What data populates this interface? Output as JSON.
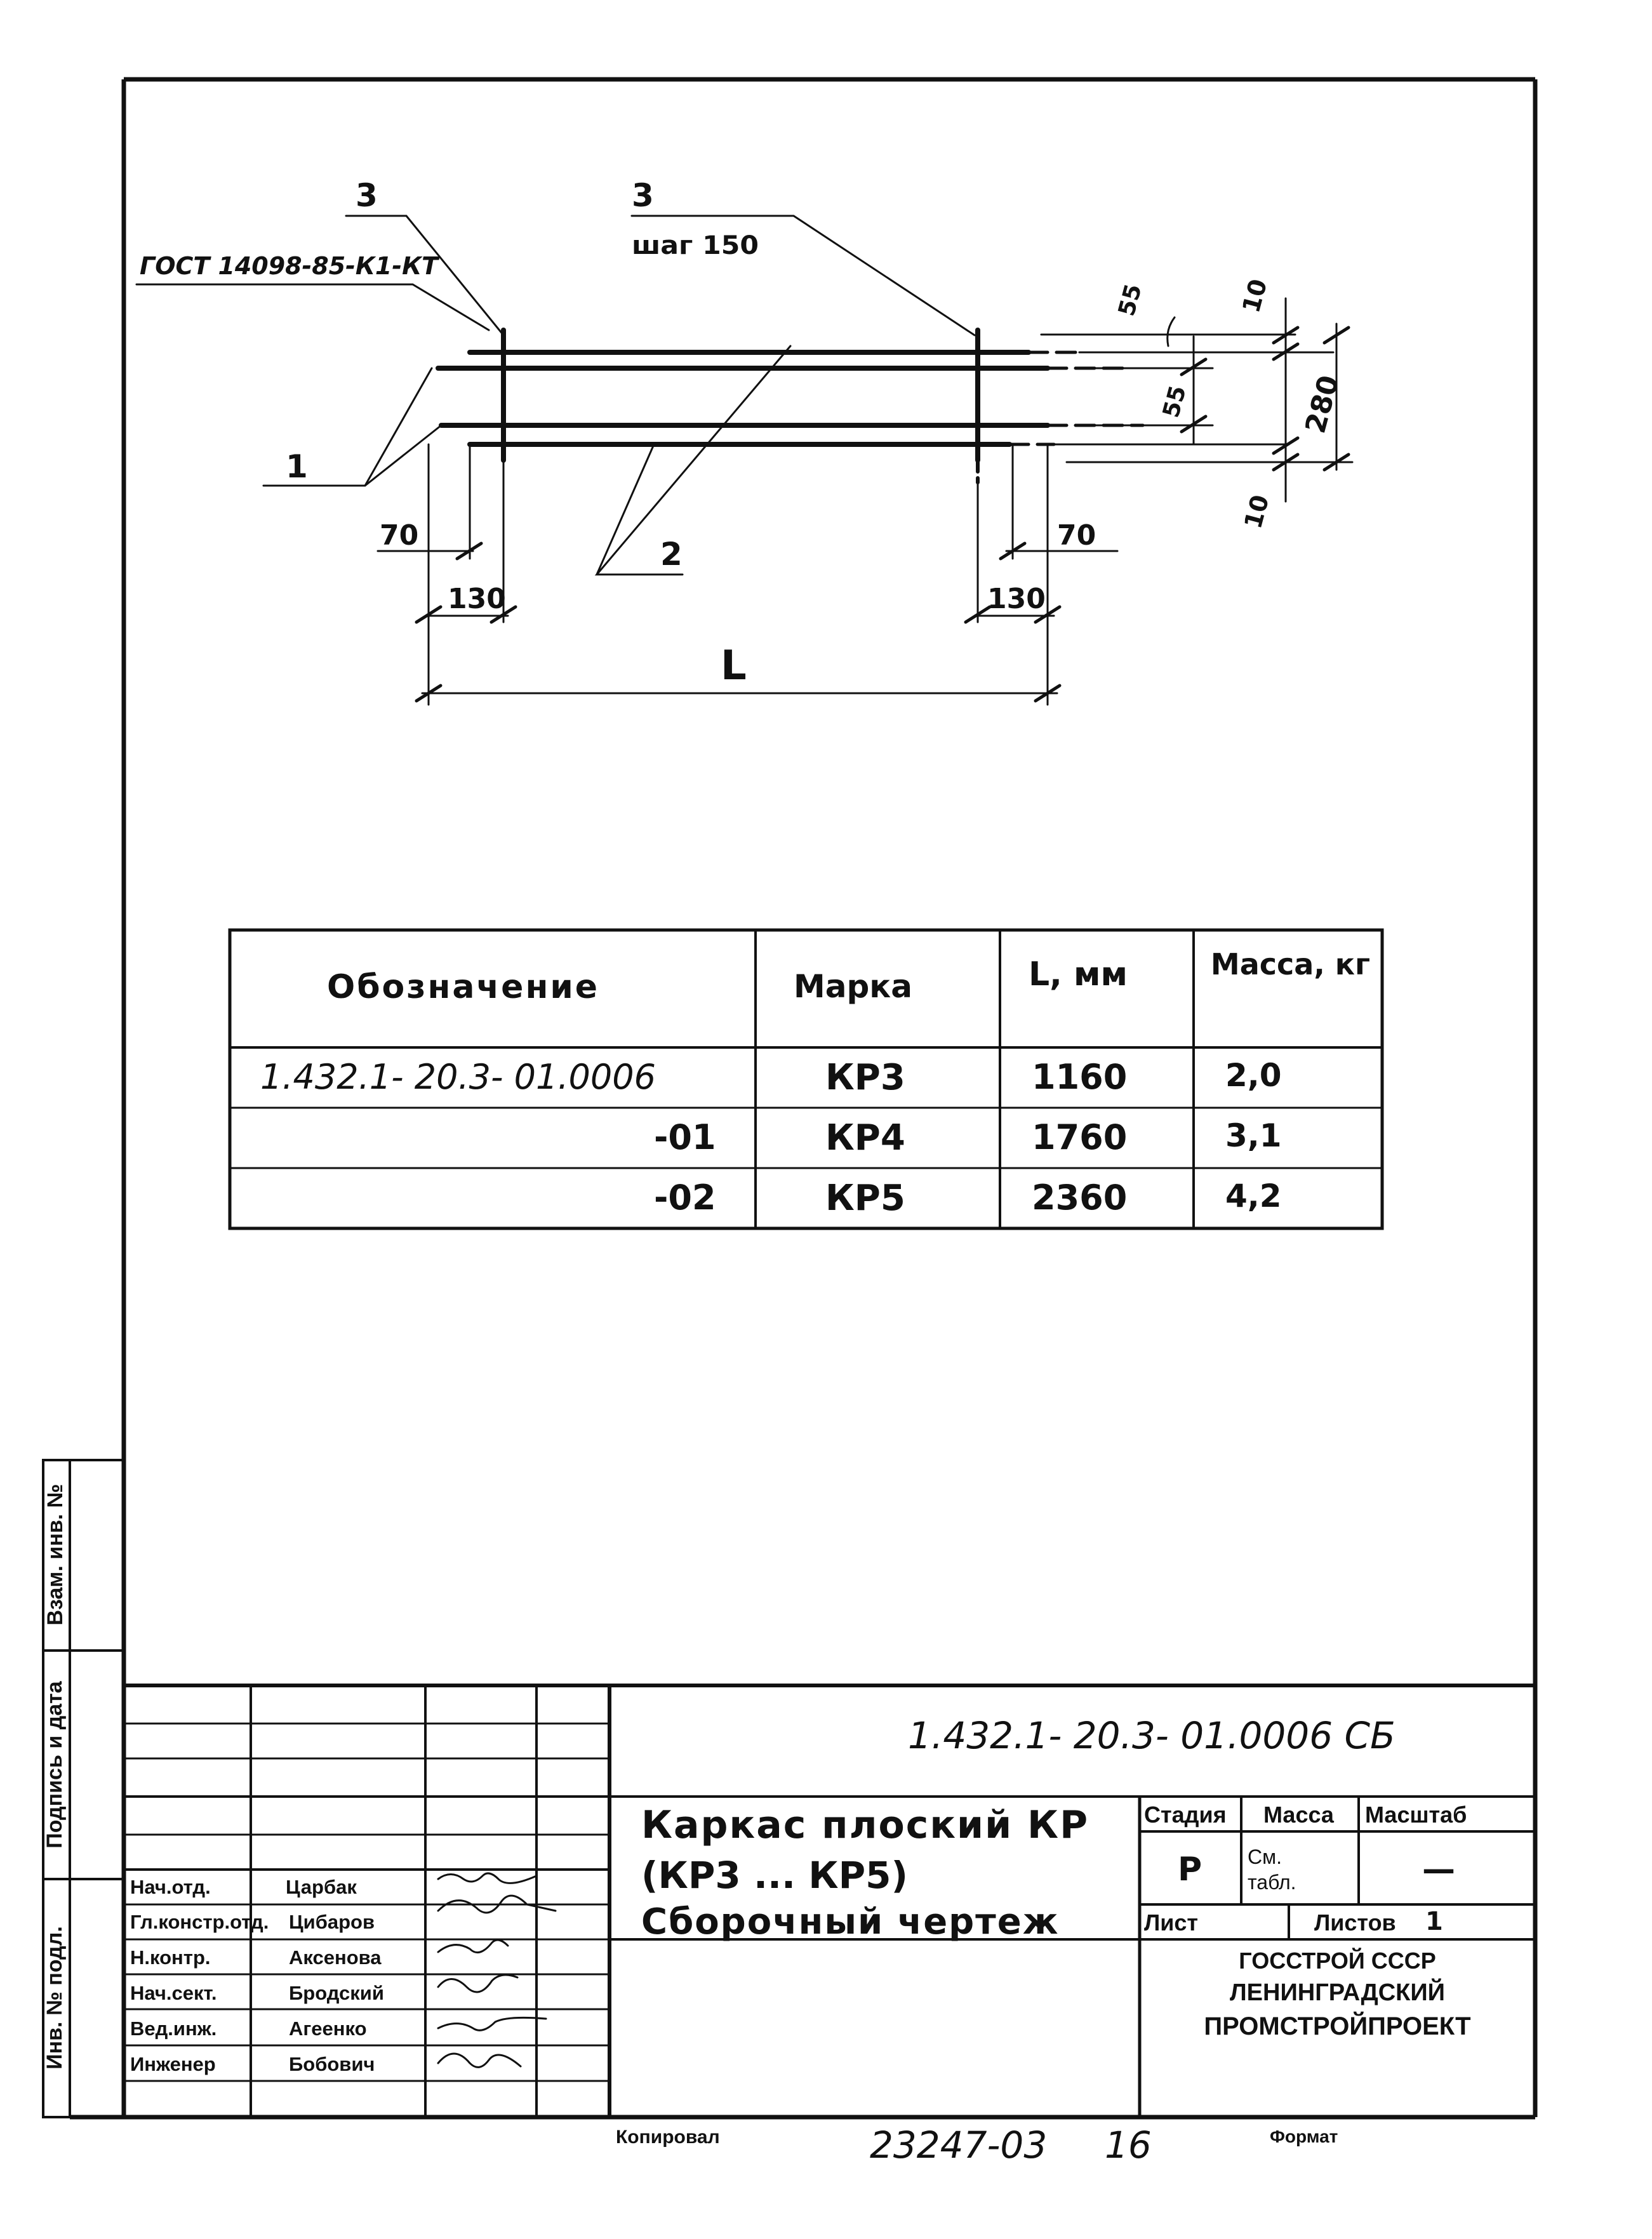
{
  "drawing": {
    "callout_top_left": "3",
    "callout_top_right": "3",
    "weld_standard": "ГОСТ 14098-85-К1-КТ",
    "step_label": "шаг 150",
    "label_1": "1",
    "label_2": "2",
    "dim_70_left": "70",
    "dim_130_left": "130",
    "dim_70_right": "70",
    "dim_130_right": "130",
    "dim_L": "L",
    "dim_55_top": "55",
    "dim_55_mid": "55",
    "dim_10_top": "10",
    "dim_10_bottom": "10",
    "dim_280": "280"
  },
  "table": {
    "headers": [
      "Обозначение",
      "Марка",
      "L, мм",
      "Масса, кг"
    ],
    "rows": [
      [
        "1.432.1- 20.3- 01.0006",
        "КР3",
        "1160",
        "2,0"
      ],
      [
        "-01",
        "КР4",
        "1760",
        "3,1"
      ],
      [
        "-02",
        "КР5",
        "2360",
        "4,2"
      ]
    ]
  },
  "side_stamp": {
    "cells": [
      "Взам. инв. №",
      "Подпись и дата",
      "Инв. № подл."
    ]
  },
  "title_block": {
    "doc_code": "1.432.1- 20.3- 01.0006 СБ",
    "title_line1": "Каркас плоский КР",
    "title_line2": "(КР3 ... КР5)",
    "title_line3": "Сборочный чертеж",
    "stage_header": "Стадия",
    "mass_header": "Масса",
    "scale_header": "Масштаб",
    "stage_value": "Р",
    "mass_value": "См. табл.",
    "scale_value": "—",
    "sheet_label": "Лист",
    "sheets_label": "Листов",
    "sheets_value": "1",
    "org_line1": "ГОССТРОЙ СССР",
    "org_line2": "ЛЕНИНГРАДСКИЙ",
    "org_line3": "ПРОМСТРОЙПРОЕКТ",
    "staff": [
      {
        "role": "Нач.отд.",
        "name": "Царбак"
      },
      {
        "role": "Гл.констр.отд.",
        "name": "Цибаров"
      },
      {
        "role": "Н.контр.",
        "name": "Аксенова"
      },
      {
        "role": "Нач.сект.",
        "name": "Бродский"
      },
      {
        "role": "Вед.инж.",
        "name": "Агеенко"
      },
      {
        "role": "Инженер",
        "name": "Бобович"
      }
    ]
  },
  "footer": {
    "copied_label": "Копировал",
    "archive_number": "23247-03",
    "page_number": "16",
    "format_label": "Формат"
  }
}
